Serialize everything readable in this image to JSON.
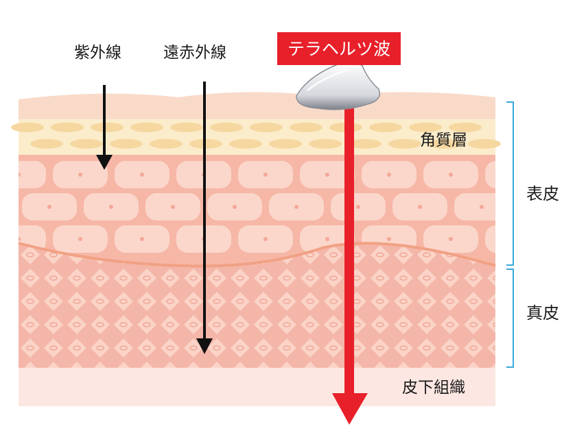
{
  "waves": {
    "uv": "紫外線",
    "far_infrared": "遠赤外線",
    "terahertz": "テラヘルツ波"
  },
  "layers": {
    "stratum_corneum": "角質層",
    "epidermis": "表皮",
    "dermis": "真皮",
    "subcutaneous": "皮下組織"
  },
  "colors": {
    "terahertz_red": "#e8202a",
    "bracket_blue": "#3aa8dc",
    "arrow_black": "#111111"
  }
}
